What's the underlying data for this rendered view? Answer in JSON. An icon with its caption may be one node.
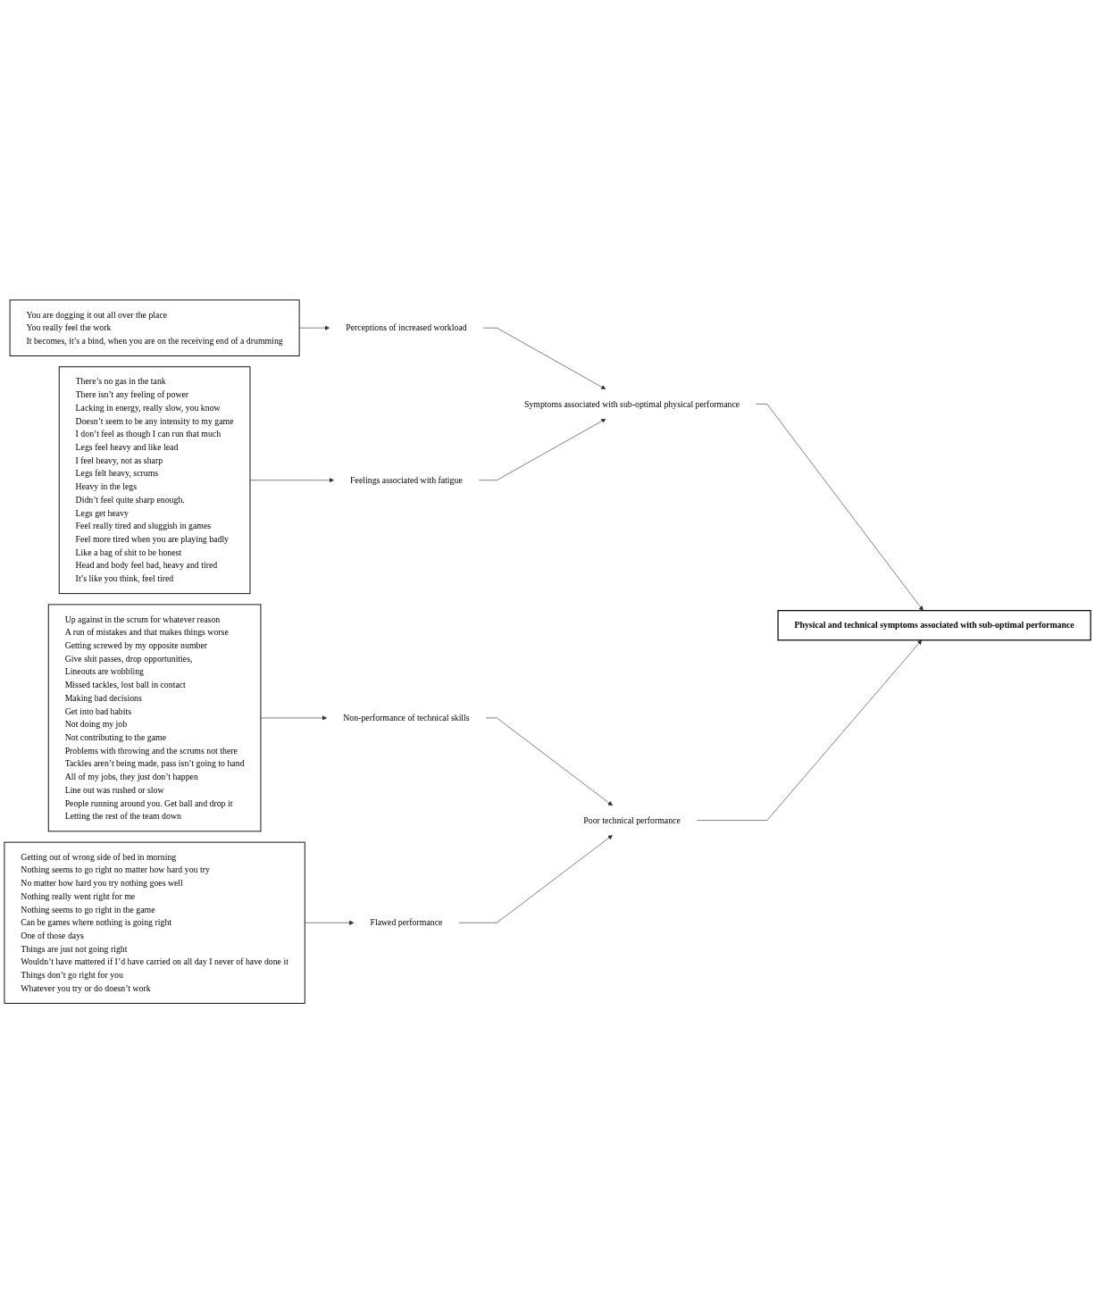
{
  "diagram": {
    "nodes": [
      {
        "text": [
          "You are dogging it out all over the place",
          "You really feel the work",
          "It becomes, it’s a bind, when you are on the receiving end of a drumming"
        ]
      },
      {
        "text": [
          "Perceptions of increased workload"
        ]
      },
      {
        "text": [
          "There’s no gas in the tank",
          "There isn’t any feeling of power",
          "Lacking in energy, really slow, you know",
          "Doesn’t seem to be any intensity to my game",
          "I don’t feel as though I can run that much",
          "Legs feel heavy and like lead",
          "I feel heavy, not as sharp",
          "Legs felt heavy, scrums",
          "Heavy in the legs",
          "Didn’t feel quite sharp enough.",
          "Legs get heavy",
          "Feel really tired and sluggish in games",
          "Feel more tired when you are playing badly",
          "Like a bag of shit to be honest",
          "Head and body feel bad, heavy and tired",
          "It’s like you think, feel tired"
        ]
      },
      {
        "text": [
          "Feelings associated with fatigue"
        ]
      },
      {
        "text": [
          "Up against in the scrum for whatever reason",
          "A run of mistakes and that makes things worse",
          "Getting screwed by my opposite number",
          "Give shit passes, drop opportunities,",
          "Lineouts are wobbling",
          "Missed tackles, lost ball in contact",
          "Making bad decisions",
          "Get into bad habits",
          "Not doing my job",
          "Not contributing to the game",
          "Problems with throwing and the scrums not there",
          "Tackles aren’t being made, pass isn’t going to hand",
          "All of my jobs, they just don’t happen",
          "Line out was rushed or slow",
          "People running around you. Get ball and drop it",
          "Letting the rest of the team down"
        ]
      },
      {
        "text": [
          "Non-performance of technical skills"
        ]
      },
      {
        "text": [
          "Getting out of wrong side of bed in morning",
          "Nothing seems to go right no matter how hard you try",
          "No matter how hard you try nothing goes well",
          "Nothing really went right for me",
          "Nothing seems to go right in the game",
          "Can be games where nothing is going right",
          "One of those days",
          "Things are just not going right",
          "Wouldn’t have mattered if I’d have carried on all day I never of have done it",
          "Things don’t go right for you",
          "Whatever you try or do doesn’t work"
        ]
      },
      {
        "text": [
          "Flawed performance"
        ]
      },
      {
        "text": [
          "Symptoms associated with sub-optimal physical performance"
        ]
      },
      {
        "text": [
          "Poor technical performance"
        ]
      },
      {
        "text": [
          "Physical and technical symptoms associated with sub-optimal performance"
        ]
      }
    ],
    "edges": [
      {
        "from": 0,
        "to": 1,
        "arrow": "to"
      },
      {
        "from": 2,
        "to": 3,
        "arrow": "to"
      },
      {
        "from": 4,
        "to": 5,
        "arrow": "to"
      },
      {
        "from": 6,
        "to": 7,
        "arrow": "to"
      },
      {
        "from": 1,
        "to": 8,
        "arrow": "to"
      },
      {
        "from": 3,
        "to": 8,
        "arrow": "to"
      },
      {
        "from": 5,
        "to": 9,
        "arrow": "to"
      },
      {
        "from": 7,
        "to": 9,
        "arrow": "to"
      },
      {
        "from": 8,
        "to": 10,
        "arrow": "to"
      },
      {
        "from": 9,
        "to": 10,
        "arrow": "to"
      }
    ]
  }
}
